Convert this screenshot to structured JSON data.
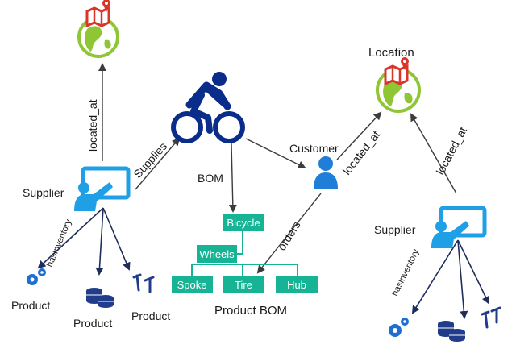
{
  "labels": {
    "located_at_left": "located_at",
    "supplies": "Supplies",
    "bom": "BOM",
    "customer": "Customer",
    "located_at_center": "located_at",
    "location": "Location",
    "located_at_right": "located_at",
    "supplier_left": "Supplier",
    "has_inventory_left": "hasInventory",
    "orders": "orders",
    "supplier_right": "Supplier",
    "has_inventory_right": "hasInventory",
    "product_1": "Product",
    "product_2": "Product",
    "product_3": "Product",
    "product_bom": "Product BOM"
  },
  "bom_tree": {
    "root": "Bicycle",
    "mid": "Wheels",
    "leaves": [
      "Spoke",
      "Tire",
      "Hub"
    ]
  },
  "colors": {
    "arrow": "#3c3c3c",
    "edge_blue": "#1f2d5a",
    "bike": "#0a2d8c",
    "customer": "#1f7fd8",
    "supplier_blue": "#1fa0e6",
    "bom_teal": "#16b394",
    "globe_green": "#8ec634",
    "map_red": "#d9362a",
    "product_blue": "#1f6fd0",
    "product_navy": "#203c8a"
  }
}
